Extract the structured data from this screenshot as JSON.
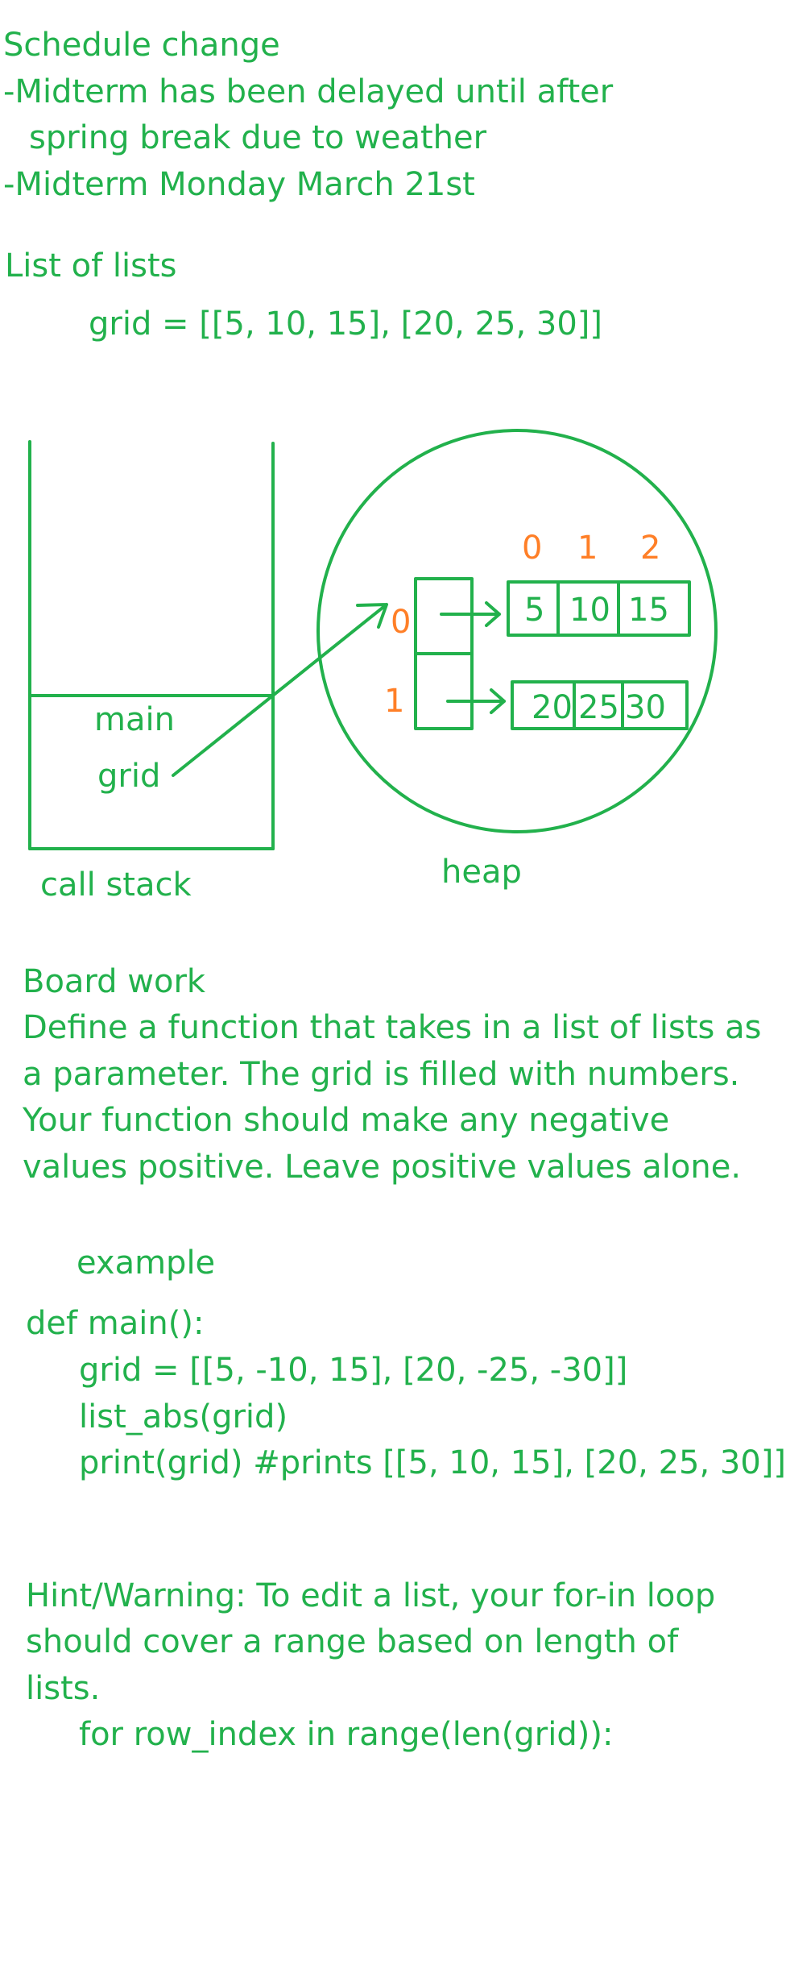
{
  "notes": {
    "line1": "Schedule change",
    "line2": "-Midterm has been delayed until after",
    "line3": "spring break due to weather",
    "line4": "-Midterm Monday March 21st"
  },
  "list_section": {
    "heading": "List of lists",
    "code": "grid = [[5, 10, 15], [20, 25, 30]]"
  },
  "diagram": {
    "stack_frame_label": "main",
    "stack_var_label": "grid",
    "stack_caption": "call stack",
    "heap_caption": "heap",
    "outer_indices": [
      "0",
      "1"
    ],
    "inner_indices": [
      "0",
      "1",
      "2"
    ],
    "row0": [
      "5",
      "10",
      "15"
    ],
    "row1": [
      "20",
      "25",
      "30"
    ],
    "colors": {
      "ink": "#22b14c",
      "index": "#ff7f27"
    }
  },
  "board_work": {
    "heading": "Board work",
    "lines": [
      "Define a function that takes in a list of lists as",
      "a parameter. The grid is filled with numbers.",
      "Your function should make any negative",
      "values positive. Leave positive values alone."
    ],
    "example_label": "example",
    "code": [
      "def main():",
      "grid = [[5, -10, 15], [20, -25, -30]]",
      "list_abs(grid)",
      "print(grid) #prints [[5, 10, 15], [20, 25, 30]]"
    ]
  },
  "hint": {
    "lines": [
      "Hint/Warning: To edit a list, your for-in loop",
      "should cover a range based on length of",
      "lists."
    ],
    "code": "for row_index in range(len(grid)):"
  }
}
